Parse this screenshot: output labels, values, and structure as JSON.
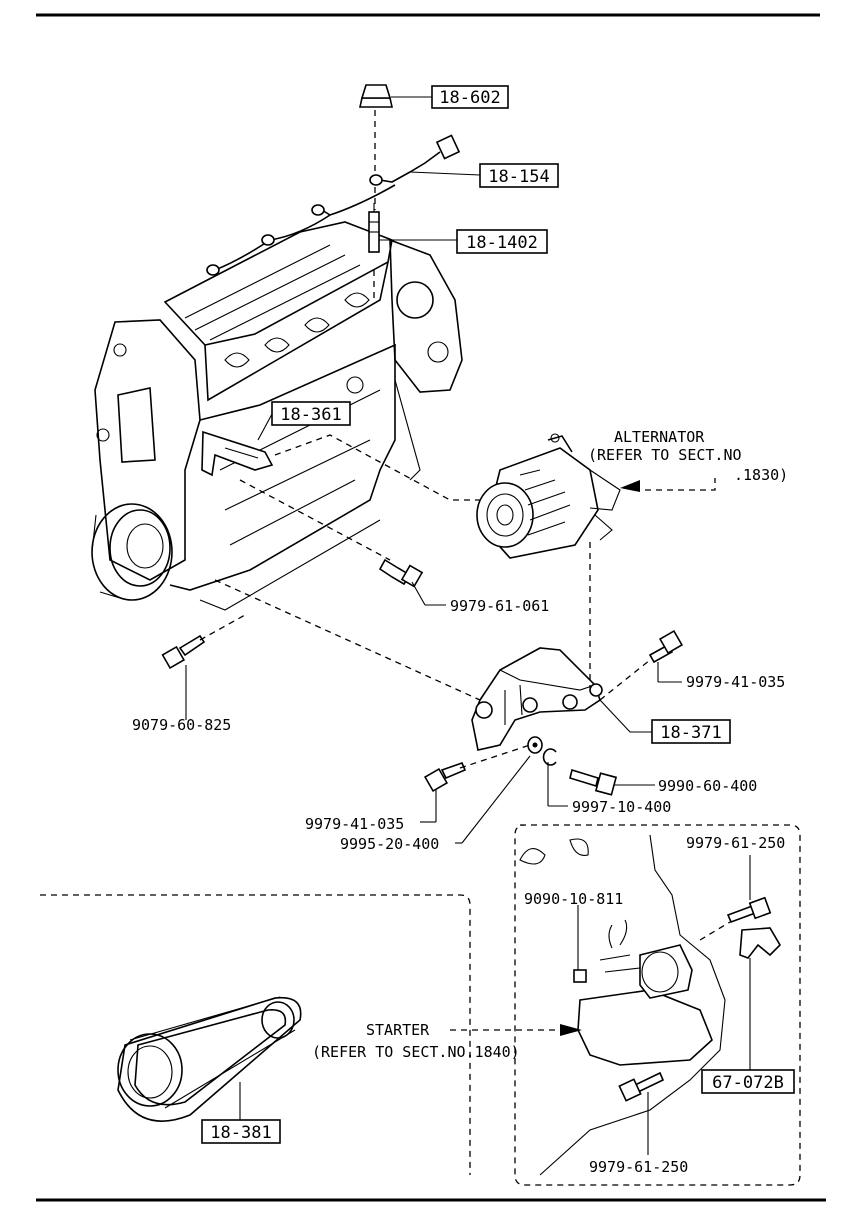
{
  "callouts": {
    "p18_602": "18-602",
    "p18_154": "18-154",
    "p18_1402": "18-1402",
    "p18_361": "18-361",
    "p18_371": "18-371",
    "p18_381": "18-381",
    "p67_072b": "67-072B"
  },
  "bolts": {
    "b9979_61_061": "9979-61-061",
    "b9079_60_825": "9079-60-825",
    "b9979_41_035_right": "9979-41-035",
    "b9979_41_035_left": "9979-41-035",
    "b9990_60_400": "9990-60-400",
    "b9997_10_400": "9997-10-400",
    "b9995_20_400": "9995-20-400",
    "b9979_61_250_top": "9979-61-250",
    "b9090_10_811": "9090-10-811",
    "b9979_61_250_bottom": "9979-61-250"
  },
  "notes": {
    "alternator_title": "ALTERNATOR",
    "alternator_ref1": "(REFER TO SECT.NO",
    "alternator_ref2": ".1830)",
    "starter_title": "STARTER",
    "starter_ref": "(REFER TO SECT.NO.1840)"
  }
}
